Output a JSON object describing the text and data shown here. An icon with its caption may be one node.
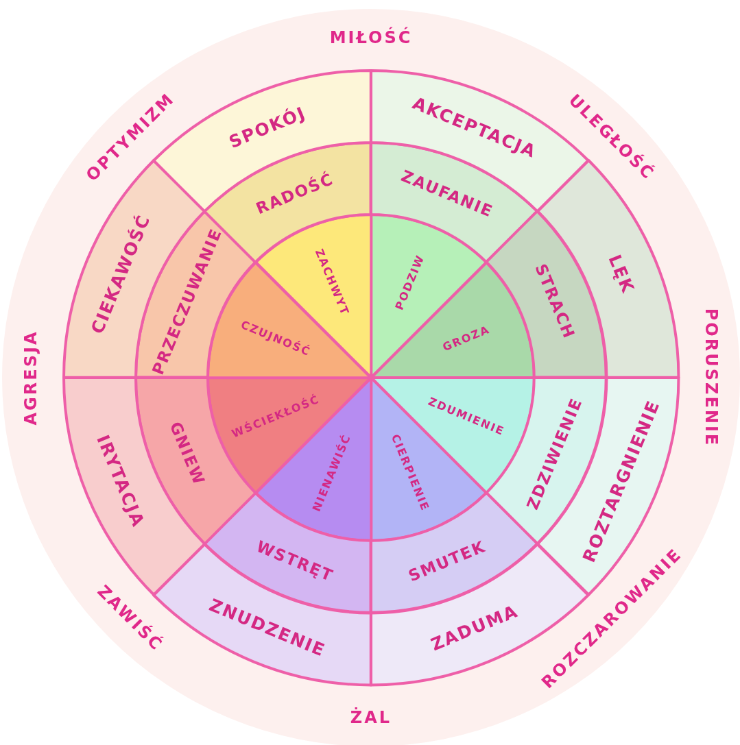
{
  "diagram": {
    "nodes": [
      {
        "text": [
          "PODZIW"
        ]
      },
      {
        "text": [
          "GROZA"
        ]
      },
      {
        "text": [
          "ZDUMIENIE"
        ]
      },
      {
        "text": [
          "CIERPIENIE"
        ]
      },
      {
        "text": [
          "NIENAWIŚĆ"
        ]
      },
      {
        "text": [
          "WŚCIEKŁOŚĆ"
        ]
      },
      {
        "text": [
          "CZUJNOŚĆ"
        ]
      },
      {
        "text": [
          "ZACHWYT"
        ]
      },
      {
        "text": [
          "ZAUFANIE"
        ]
      },
      {
        "text": [
          "STRACH"
        ]
      },
      {
        "text": [
          "ZDZIWIENIE"
        ]
      },
      {
        "text": [
          "SMUTEK"
        ]
      },
      {
        "text": [
          "WSTRĘT"
        ]
      },
      {
        "text": [
          "GNIEW"
        ]
      },
      {
        "text": [
          "PRZECZUWANIE"
        ]
      },
      {
        "text": [
          "RADOŚĆ"
        ]
      },
      {
        "text": [
          "AKCEPTACJA"
        ]
      },
      {
        "text": [
          "LĘK"
        ]
      },
      {
        "text": [
          "ROZTARGNIENIE"
        ]
      },
      {
        "text": [
          "ZADUMA"
        ]
      },
      {
        "text": [
          "ZNUDZENIE"
        ]
      },
      {
        "text": [
          "IRYTACJA"
        ]
      },
      {
        "text": [
          "CIEKAWOŚĆ"
        ]
      },
      {
        "text": [
          "SPOKÓJ"
        ]
      }
    ],
    "edges": [],
    "labels": [
      "MIŁOŚĆ",
      "ULEGŁOŚĆ",
      "PORUSZENIE",
      "ROZCZAROWANIE",
      "ŻAL",
      "ZAWIŚĆ",
      "AGRESJA",
      "OPTYMIZM"
    ]
  }
}
